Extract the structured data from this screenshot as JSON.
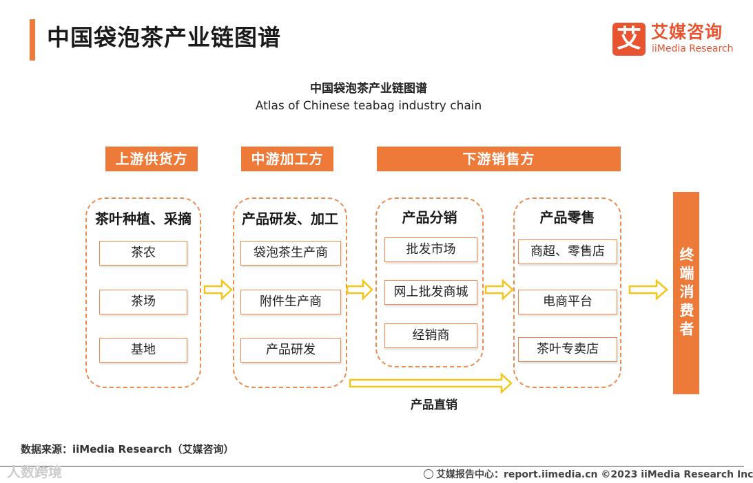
{
  "header": {
    "title": "中国袋泡茶产业链图谱"
  },
  "logo": {
    "mark": "艾",
    "name_cn": "艾媒咨询",
    "name_en": "iiMedia Research"
  },
  "diagram": {
    "title": "中国袋泡茶产业链图谱",
    "subtitle": "Atlas of Chinese teabag industry chain",
    "stages": {
      "upstream": "上游供货方",
      "midstream": "中游加工方",
      "downstream": "下游销售方"
    },
    "groups": {
      "planting": {
        "title": "茶叶种植、采摘",
        "items": [
          "茶农",
          "茶场",
          "基地"
        ]
      },
      "processing": {
        "title": "产品研发、加工",
        "items": [
          "袋泡茶生产商",
          "附件生产商",
          "产品研发"
        ]
      },
      "distribution": {
        "title": "产品分销",
        "items": [
          "批发市场",
          "网上批发商城",
          "经销商"
        ]
      },
      "retail": {
        "title": "产品零售",
        "items": [
          "商超、零售店",
          "电商平台",
          "茶叶专卖店"
        ]
      }
    },
    "consumer": "终端消费者",
    "direct_sales": "产品直销"
  },
  "source": "数据来源：iiMedia Research（艾媒咨询）",
  "footer": "艾媒报告中心：report.iimedia.cn  ©2023  iiMedia Research  Inc",
  "watermark": "人数跨境",
  "colors": {
    "accent": "#ee7a3a",
    "arrow": "#f5c518",
    "brand": "#e8542f"
  }
}
